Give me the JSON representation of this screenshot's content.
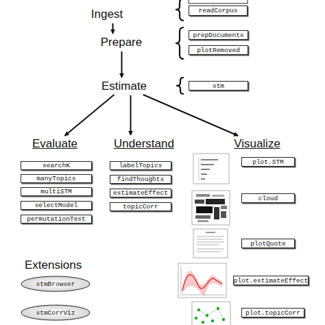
{
  "diagram": {
    "nodes": [
      {
        "text": [
          "Ingest"
        ]
      },
      {
        "text": [
          "readCorpus"
        ]
      },
      {
        "text": [
          "Prepare"
        ]
      },
      {
        "text": [
          "prepDocuments"
        ]
      },
      {
        "text": [
          "plotRemoved"
        ]
      },
      {
        "text": [
          "Estimate"
        ]
      },
      {
        "text": [
          "stm"
        ]
      },
      {
        "text": [
          "Evaluate"
        ]
      },
      {
        "text": [
          "searchK"
        ]
      },
      {
        "text": [
          "manyTopics"
        ]
      },
      {
        "text": [
          "multiSTM"
        ]
      },
      {
        "text": [
          "selectModel"
        ]
      },
      {
        "text": [
          "permutationTest"
        ]
      },
      {
        "text": [
          "Understand"
        ]
      },
      {
        "text": [
          "labelTopics"
        ]
      },
      {
        "text": [
          "findThoughts"
        ]
      },
      {
        "text": [
          "estimateEffect"
        ]
      },
      {
        "text": [
          "topicCorr"
        ]
      },
      {
        "text": [
          "Visualize"
        ]
      },
      {
        "text": [
          "plot.STM"
        ]
      },
      {
        "text": [
          "cloud"
        ]
      },
      {
        "text": [
          "plotQuote"
        ]
      },
      {
        "text": [
          "plot.estimateEffect"
        ]
      },
      {
        "text": [
          "plot.topicCorr"
        ]
      },
      {
        "text": [
          "stmBrowser"
        ]
      },
      {
        "text": [
          "stmCorrViz"
        ]
      }
    ],
    "edges": [
      {
        "from": 0,
        "to": 2,
        "arrow": "to"
      },
      {
        "from": 2,
        "to": 5,
        "arrow": "to"
      },
      {
        "from": 5,
        "to": 7,
        "arrow": "to"
      },
      {
        "from": 5,
        "to": 13,
        "arrow": "to"
      },
      {
        "from": 5,
        "to": 18,
        "arrow": "to"
      }
    ],
    "labels": [
      "Extensions"
    ]
  }
}
